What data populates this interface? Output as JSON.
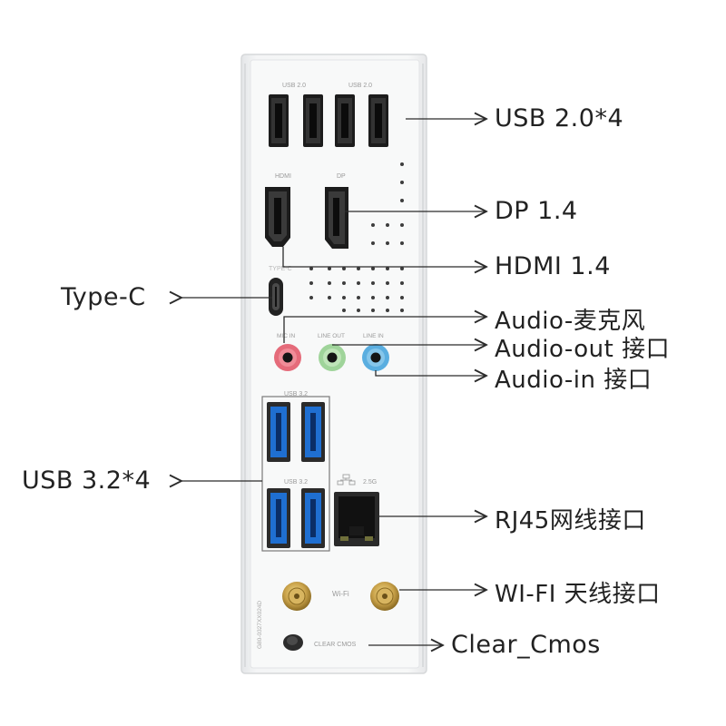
{
  "panel": {
    "usb2_group_a": "USB 2.0",
    "usb2_group_b": "USB 2.0",
    "hdmi": "HDMI",
    "dp": "DP",
    "typec": "TYPE-C",
    "mic_in": "MIC IN",
    "line_out": "LINE OUT",
    "line_in": "LINE IN",
    "usb32_top": "USB 3.2",
    "usb32_bottom": "USB 3.2",
    "lan": "2.5G",
    "wifi": "Wi-Fi",
    "clear_cmos": "CLEAR CMOS",
    "serial": "G80-0327XX024D"
  },
  "callouts": {
    "usb20": "USB 2.0*4",
    "dp": "DP 1.4",
    "hdmi": "HDMI 1.4",
    "typec": "Type-C",
    "mic": "Audio-麦克风",
    "audio_out": "Audio-out 接口",
    "audio_in": "Audio-in 接口",
    "usb32": "USB 3.2*4",
    "rj45": "RJ45网线接口",
    "wifi": "WI-FI 天线接口",
    "cmos": "Clear_Cmos"
  },
  "colors": {
    "mic": "#e56b7a",
    "line_out": "#9fd49a",
    "line_in": "#5aaee0",
    "usb3_blue": "#1f6fd1",
    "gold": "#c9a24a"
  }
}
